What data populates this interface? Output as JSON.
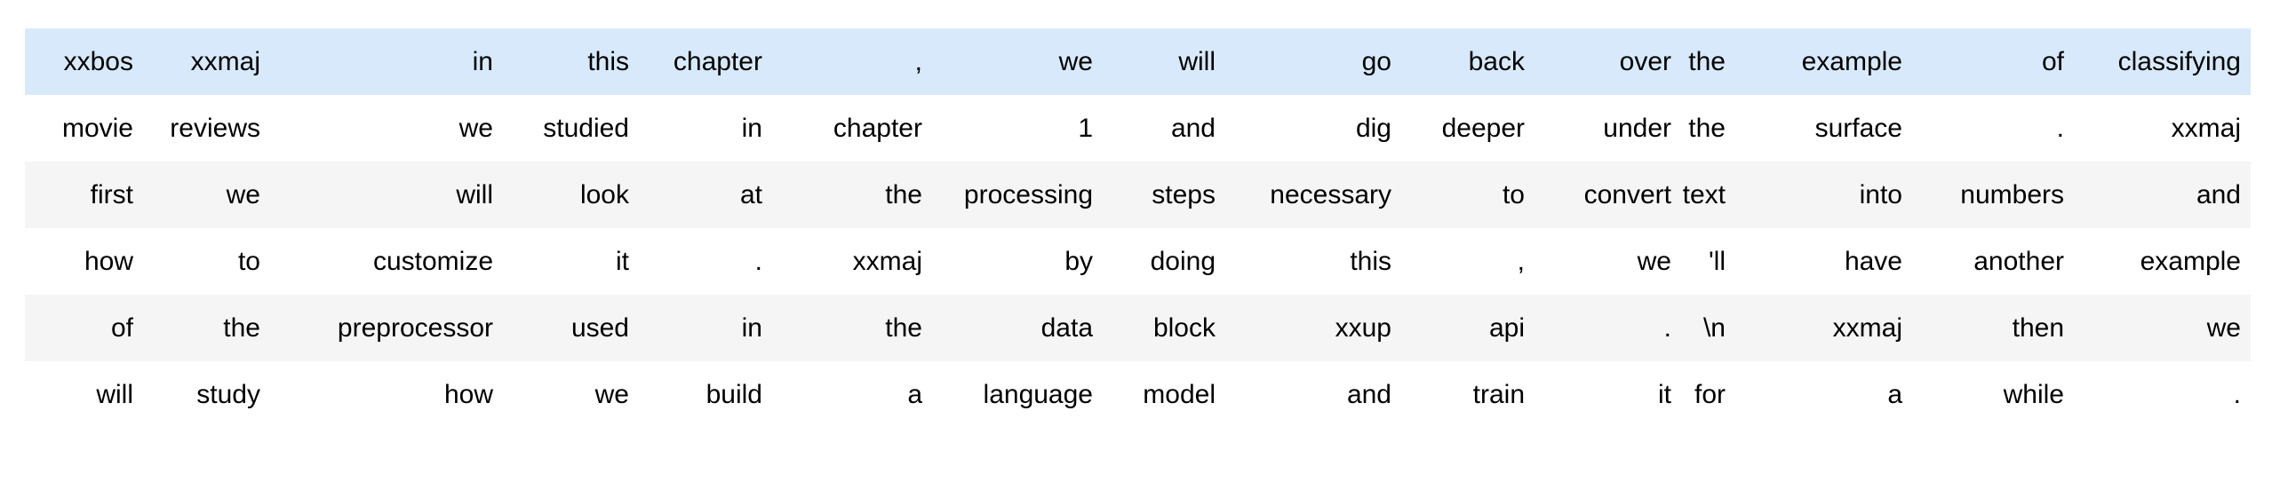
{
  "colors": {
    "highlight_row": "#d7e9fa",
    "stripe_row": "#f5f5f5",
    "text": "#000000",
    "background": "#ffffff"
  },
  "table": {
    "rows": [
      {
        "highlight": true,
        "tokens": [
          "xxbos",
          "xxmaj",
          "in",
          "this",
          "chapter",
          ",",
          "we",
          "will",
          "go",
          "back",
          "over",
          "the",
          "example",
          "of",
          "classifying"
        ]
      },
      {
        "highlight": false,
        "tokens": [
          "movie",
          "reviews",
          "we",
          "studied",
          "in",
          "chapter",
          "1",
          "and",
          "dig",
          "deeper",
          "under",
          "the",
          "surface",
          ".",
          "xxmaj"
        ]
      },
      {
        "highlight": false,
        "tokens": [
          "first",
          "we",
          "will",
          "look",
          "at",
          "the",
          "processing",
          "steps",
          "necessary",
          "to",
          "convert",
          "text",
          "into",
          "numbers",
          "and"
        ]
      },
      {
        "highlight": false,
        "tokens": [
          "how",
          "to",
          "customize",
          "it",
          ".",
          "xxmaj",
          "by",
          "doing",
          "this",
          ",",
          "we",
          "'ll",
          "have",
          "another",
          "example"
        ]
      },
      {
        "highlight": false,
        "tokens": [
          "of",
          "the",
          "preprocessor",
          "used",
          "in",
          "the",
          "data",
          "block",
          "xxup",
          "api",
          ".",
          "\\n",
          "xxmaj",
          "then",
          "we"
        ]
      },
      {
        "highlight": false,
        "tokens": [
          "will",
          "study",
          "how",
          "we",
          "build",
          "a",
          "language",
          "model",
          "and",
          "train",
          "it",
          "for",
          "a",
          "while",
          "."
        ]
      }
    ]
  }
}
